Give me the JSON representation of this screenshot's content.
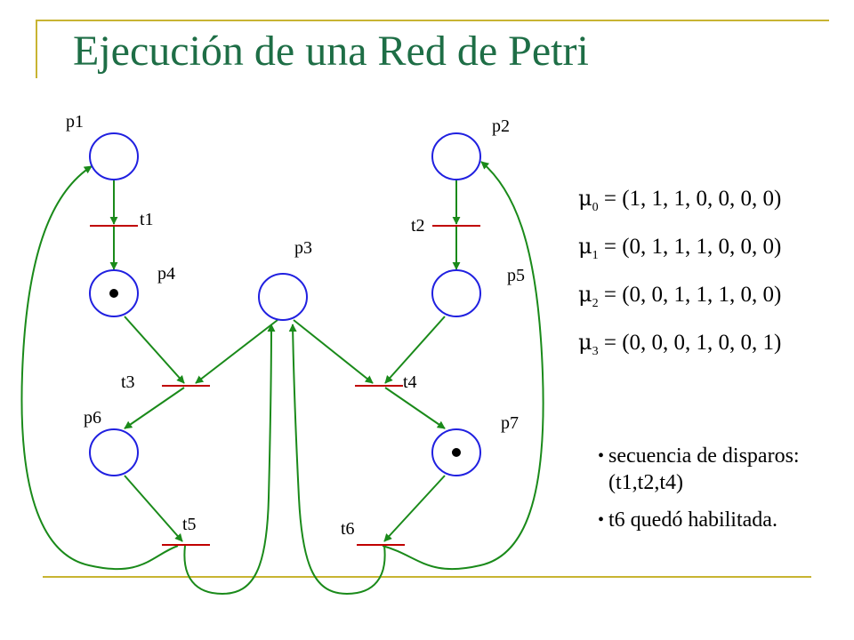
{
  "slide": {
    "title": "Ejecución de una Red de Petri",
    "colors": {
      "title": "#1e6e46",
      "frame": "#c8b432",
      "arc": "#1a8a1a",
      "node": "#2020e0",
      "transition": "#c00000"
    }
  },
  "petri_net": {
    "places": [
      {
        "id": "p1",
        "label": "p1",
        "tokens": 0
      },
      {
        "id": "p2",
        "label": "p2",
        "tokens": 0
      },
      {
        "id": "p3",
        "label": "p3",
        "tokens": 0
      },
      {
        "id": "p4",
        "label": "p4",
        "tokens": 1
      },
      {
        "id": "p5",
        "label": "p5",
        "tokens": 0
      },
      {
        "id": "p6",
        "label": "p6",
        "tokens": 0
      },
      {
        "id": "p7",
        "label": "p7",
        "tokens": 1
      }
    ],
    "transitions": [
      {
        "id": "t1",
        "label": "t1"
      },
      {
        "id": "t2",
        "label": "t2"
      },
      {
        "id": "t3",
        "label": "t3"
      },
      {
        "id": "t4",
        "label": "t4"
      },
      {
        "id": "t5",
        "label": "t5"
      },
      {
        "id": "t6",
        "label": "t6"
      }
    ]
  },
  "markings": [
    {
      "symbol": "μ",
      "index": "0",
      "vector": "= (1, 1, 1, 0, 0, 0, 0)"
    },
    {
      "symbol": "μ",
      "index": "1",
      "vector": "= (0, 1, 1, 1, 0, 0, 0)"
    },
    {
      "symbol": "μ",
      "index": "2",
      "vector": "= (0, 0, 1, 1, 1, 0, 0)"
    },
    {
      "symbol": "μ",
      "index": "3",
      "vector": "= (0, 0, 0, 1, 0, 0, 1)"
    }
  ],
  "notes": [
    {
      "bullet": "•",
      "text": "secuencia de disparos: (t1,t2,t4)"
    },
    {
      "bullet": "•",
      "text": "t6 quedó habilitada."
    }
  ]
}
